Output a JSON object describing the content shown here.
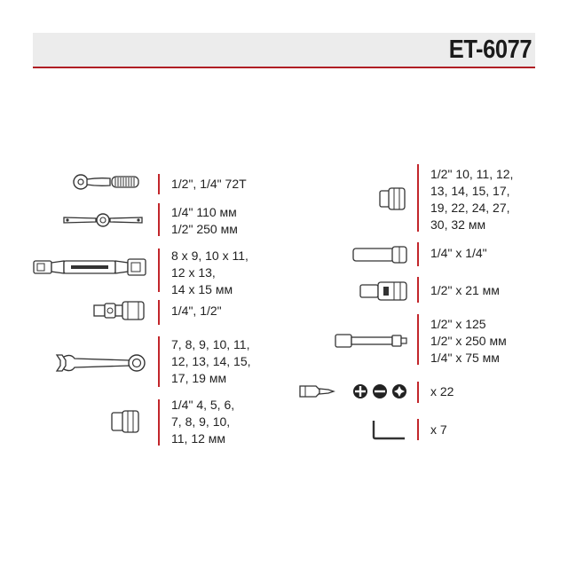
{
  "header": {
    "model": "ET-6077"
  },
  "left_items": [
    {
      "icon": "ratchet-icon",
      "lines": [
        "1/2\", 1/4\" 72T"
      ]
    },
    {
      "icon": "t-bar-handle-icon",
      "lines": [
        "1/4\" 110 мм",
        "1/2\" 250 мм"
      ]
    },
    {
      "icon": "flex-socket-wrench-icon",
      "lines": [
        "8 x 9, 10 x 11,",
        "12 x 13,",
        "14 x 15 мм"
      ]
    },
    {
      "icon": "universal-joint-icon",
      "lines": [
        "1/4\", 1/2\""
      ]
    },
    {
      "icon": "combination-wrench-icon",
      "lines": [
        "7, 8, 9, 10, 11,",
        "12, 13, 14, 15,",
        "17, 19 мм"
      ]
    },
    {
      "icon": "small-socket-icon",
      "lines": [
        "1/4\" 4, 5, 6,",
        "7, 8, 9, 10,",
        "11, 12 мм"
      ]
    }
  ],
  "right_items": [
    {
      "icon": "socket-icon",
      "lines": [
        "1/2\" 10, 11, 12,",
        "13, 14, 15, 17,",
        "19, 22, 24, 27,",
        "30, 32 мм"
      ]
    },
    {
      "icon": "deep-socket-icon",
      "lines": [
        "1/4\" x 1/4\""
      ]
    },
    {
      "icon": "spark-plug-socket-icon",
      "lines": [
        "1/2\" x 21 мм"
      ]
    },
    {
      "icon": "extension-bar-icon",
      "lines": [
        "1/2\" x 125",
        "1/2\" x 250 мм",
        "1/4\" x 75 мм"
      ]
    },
    {
      "icon": "screwdriver-bits-icon",
      "lines": [
        "x 22"
      ]
    },
    {
      "icon": "hex-key-icon",
      "lines": [
        "x 7"
      ]
    }
  ],
  "colors": {
    "accent": "#c2262b",
    "header_bg": "#ececec"
  }
}
